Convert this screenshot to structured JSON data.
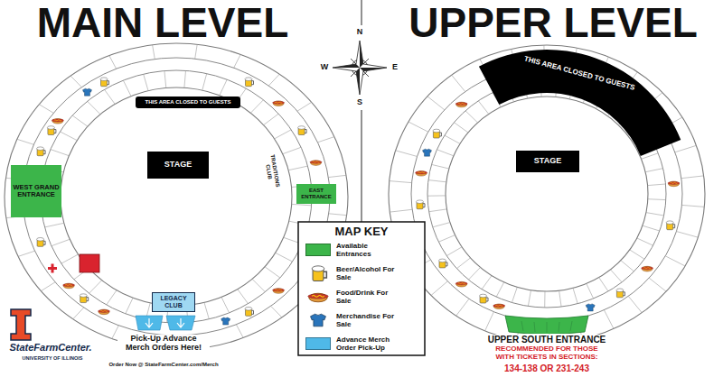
{
  "diagram": {
    "nodes": [
      {
        "text": [
          "STAGE"
        ]
      },
      {
        "text": [
          "THIS AREA CLOSED TO GUESTS"
        ]
      },
      {
        "text": [
          "WEST GRAND ENTRANCE"
        ]
      },
      {
        "text": [
          "EAST ENTRANCE"
        ]
      },
      {
        "text": [
          "LEGACY CLUB"
        ]
      },
      {
        "text": [
          "THIS AREA CLOSED TO GUESTS"
        ]
      },
      {
        "text": [
          "STAGE"
        ]
      },
      {
        "text": [
          "UPPER SOUTH ENTRANCE"
        ]
      }
    ],
    "labels": [
      "MAIN LEVEL",
      "UPPER LEVEL",
      "N",
      "E",
      "S",
      "W",
      "TRADITIONS CLUB",
      "MAP KEY",
      "Pick-Up Advance Merch Orders Here!",
      "Order Now @ StateFarmCenter.com/Merch",
      "RECOMMENDED FOR THOSE WITH TICKETS IN SECTIONS:",
      "134-138 OR 231-243",
      "StateFarmCenter.",
      "UNIVERSITY OF ILLINOIS"
    ],
    "legend": [
      {
        "text": "Available Entrances",
        "color": "#3cb54a"
      },
      {
        "text": "Beer/Alcohol For Sale"
      },
      {
        "text": "Food/Drink For Sale"
      },
      {
        "text": "Merchandise For Sale"
      },
      {
        "text": "Advance Merch Order Pick-Up",
        "color": "#4fb9e8"
      }
    ]
  }
}
